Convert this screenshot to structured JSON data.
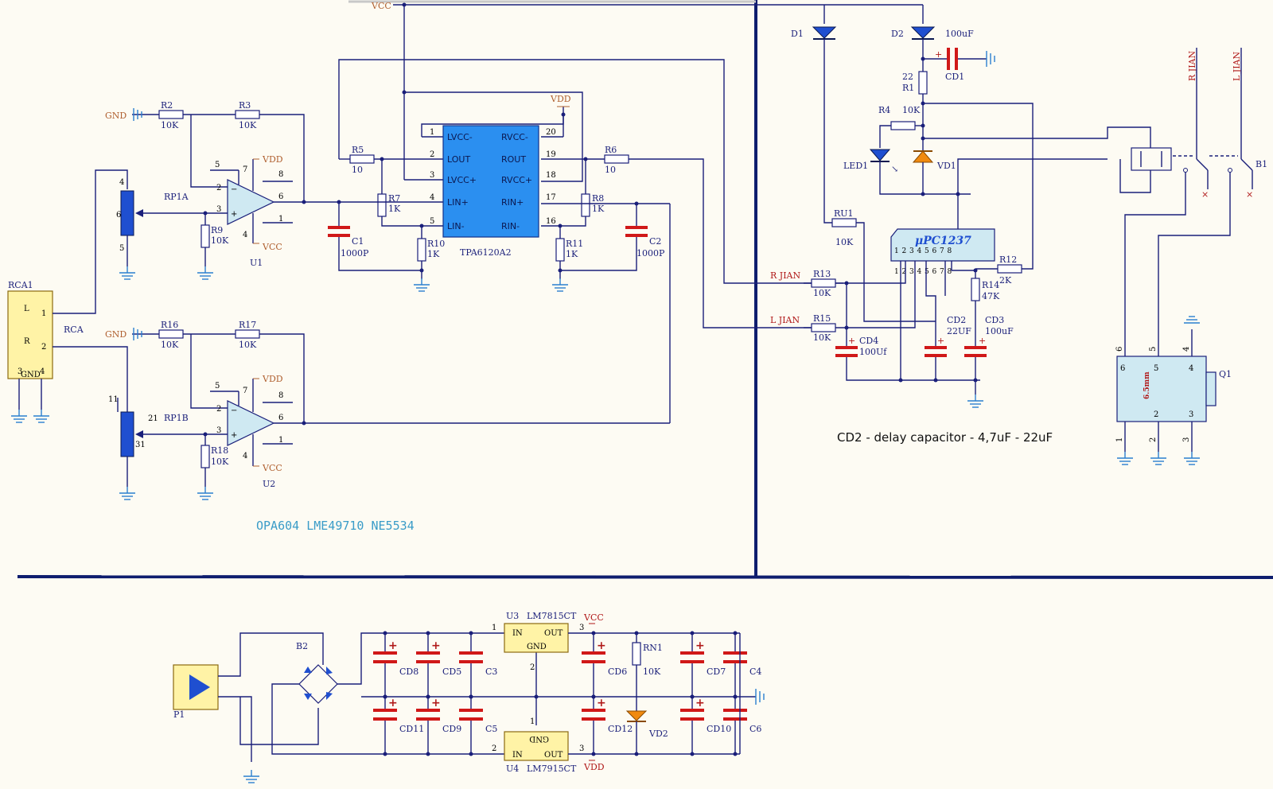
{
  "power_net_labels": {
    "vcc": "VCC",
    "vdd": "VDD",
    "gnd": "GND"
  },
  "connector_rca": {
    "ref": "RCA1",
    "name": "RCA",
    "pin_l": "L",
    "pin_r": "R",
    "pin_gnd": "GND",
    "pin1": "1",
    "pin2": "2",
    "pin3": "3",
    "pin4": "4"
  },
  "resistors": {
    "r2": {
      "ref": "R2",
      "value": "10K"
    },
    "r3": {
      "ref": "R3",
      "value": "10K"
    },
    "r9": {
      "ref": "R9",
      "value": "10K"
    },
    "r16": {
      "ref": "R16",
      "value": "10K"
    },
    "r17": {
      "ref": "R17",
      "value": "10K"
    },
    "r18": {
      "ref": "R18",
      "value": "10K"
    },
    "r5": {
      "ref": "R5",
      "value": "10"
    },
    "r6": {
      "ref": "R6",
      "value": "10"
    },
    "r7": {
      "ref": "R7",
      "value": "1K"
    },
    "r8": {
      "ref": "R8",
      "value": "1K"
    },
    "r10": {
      "ref": "R10",
      "value": "1K"
    },
    "r11": {
      "ref": "R11",
      "value": "1K"
    },
    "r1": {
      "ref": "R1",
      "value": "22"
    },
    "r4": {
      "ref": "R4",
      "value": "10K"
    },
    "ru1": {
      "ref": "RU1",
      "value": "10K"
    },
    "r12": {
      "ref": "R12",
      "value": "2K"
    },
    "r13": {
      "ref": "R13",
      "value": "10K"
    },
    "r14": {
      "ref": "R14",
      "value": "47K"
    },
    "r15": {
      "ref": "R15",
      "value": "10K"
    },
    "rn1": {
      "ref": "RN1",
      "value": "10K"
    }
  },
  "pots": {
    "rp1a": "RP1A",
    "rp1b": "RP1B",
    "p4": "4",
    "p6": "6",
    "p5": "5",
    "p11": "11",
    "p21": "21",
    "p31": "31",
    "p2": "2",
    "p3": "3",
    "p1": "1"
  },
  "opamps": {
    "u1": {
      "ref": "U1",
      "pin5": "5",
      "pin7": "7",
      "pin8": "8",
      "pin2": "2",
      "pin3": "3",
      "pin6": "6",
      "pin1": "1",
      "pin4": "4"
    },
    "u2": {
      "ref": "U2",
      "pin5": "5",
      "pin7": "7",
      "pin8": "8",
      "pin2": "2",
      "pin3": "3",
      "pin6": "6",
      "pin1": "1",
      "pin4": "4"
    }
  },
  "capacitors": {
    "c1": {
      "ref": "C1",
      "value": "1000P"
    },
    "c2": {
      "ref": "C2",
      "value": "1000P"
    },
    "cd1": {
      "ref": "CD1",
      "value": "100uF"
    },
    "cd2": {
      "ref": "CD2",
      "value": "22UF"
    },
    "cd3": {
      "ref": "CD3",
      "value": "100uF"
    },
    "cd4": {
      "ref": "CD4",
      "value": "100Uf"
    },
    "c3": "C3",
    "c4": "C4",
    "c5": "C5",
    "c6": "C6",
    "cd5": "CD5",
    "cd6": "CD6",
    "cd7": "CD7",
    "cd8": "CD8",
    "cd9": "CD9",
    "cd10": "CD10",
    "cd11": "CD11",
    "cd12": "CD12"
  },
  "tpa": {
    "name": "TPA6120A2",
    "left_pins": [
      {
        "num": "1",
        "name": "LVCC-"
      },
      {
        "num": "2",
        "name": "LOUT"
      },
      {
        "num": "3",
        "name": "LVCC+"
      },
      {
        "num": "4",
        "name": "LIN+"
      },
      {
        "num": "5",
        "name": "LIN-"
      }
    ],
    "right_pins": [
      {
        "num": "20",
        "name": "RVCC-"
      },
      {
        "num": "19",
        "name": "ROUT"
      },
      {
        "num": "18",
        "name": "RVCC+"
      },
      {
        "num": "17",
        "name": "RIN+"
      },
      {
        "num": "16",
        "name": "RIN-"
      }
    ]
  },
  "protect": {
    "d1": "D1",
    "d2": "D2",
    "led1": "LED1",
    "vd1": "VD1",
    "vd2": "VD2",
    "chip": "μPC1237",
    "pins": [
      "1",
      "2",
      "3",
      "4",
      "5",
      "6",
      "7",
      "8"
    ],
    "r_jian": "R JIAN",
    "l_jian": "L JIAN"
  },
  "relay": {
    "b1": "B1"
  },
  "jack": {
    "ref": "Q1",
    "size": "6.5mm",
    "pins": [
      "6",
      "5",
      "4",
      "2",
      "3",
      "1",
      "2",
      "3"
    ]
  },
  "psu": {
    "p1": "P1",
    "b2": "B2",
    "u3": {
      "ref": "U3",
      "part": "LM7815CT",
      "in": "IN",
      "out": "OUT",
      "gnd": "GND",
      "pin1": "1",
      "pin2": "2",
      "pin3": "3"
    },
    "u4": {
      "ref": "U4",
      "part": "LM7915CT",
      "in": "IN",
      "out": "OUT",
      "gnd": "GND",
      "pin1": "1",
      "pin2": "2",
      "pin3": "3"
    }
  },
  "notes": {
    "opamp_options": "OPA604 LME49710 NE5534",
    "cd2_note": "CD2 - delay capacitor - 4,7uF - 22uF"
  }
}
